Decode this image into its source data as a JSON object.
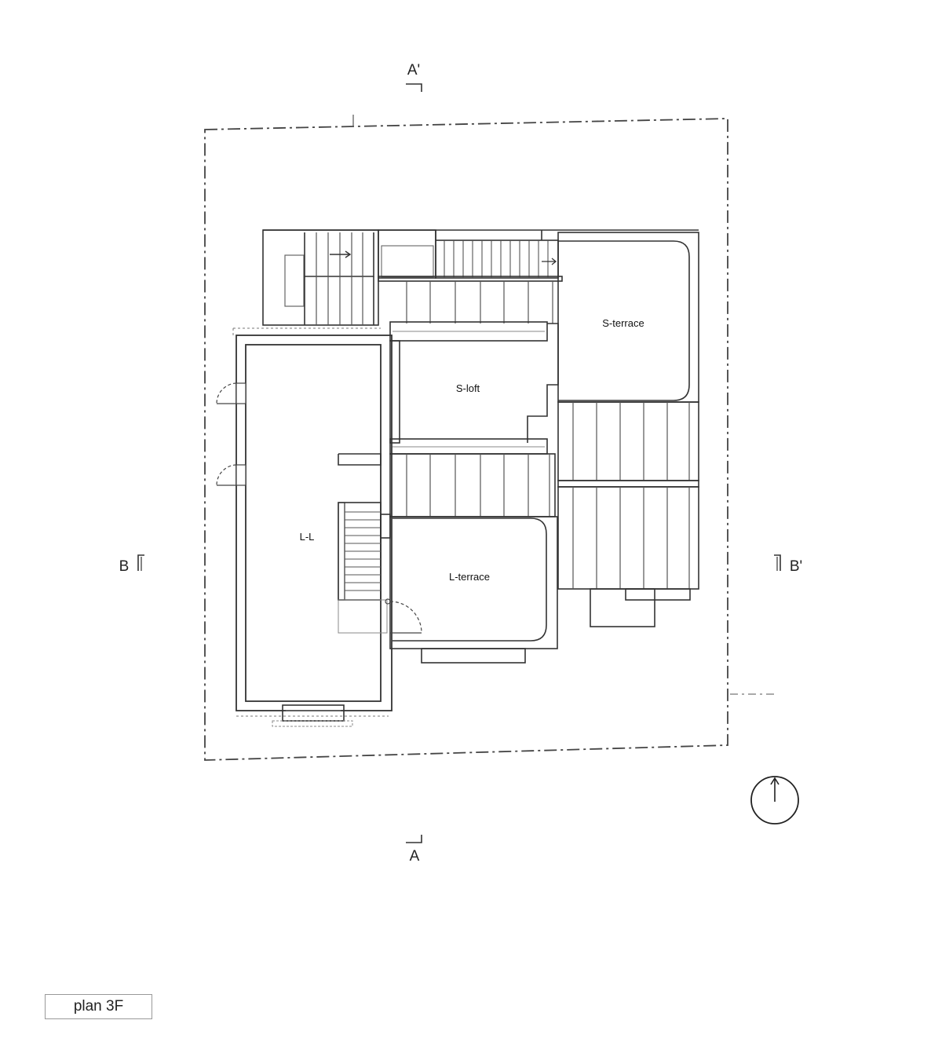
{
  "labels": {
    "section_a_top": "A'",
    "section_a_bottom": "A",
    "section_b_left": "B",
    "section_b_right": "B'",
    "rooms": {
      "s_terrace": "S-terrace",
      "s_loft": "S-loft",
      "l_l": "L-L",
      "l_terrace": "L-terrace"
    }
  },
  "caption": "plan 3F",
  "icons": {
    "north_arrow": "north-arrow-icon"
  },
  "colors": {
    "line": "#333333",
    "line_light": "#777777",
    "background": "#ffffff"
  }
}
